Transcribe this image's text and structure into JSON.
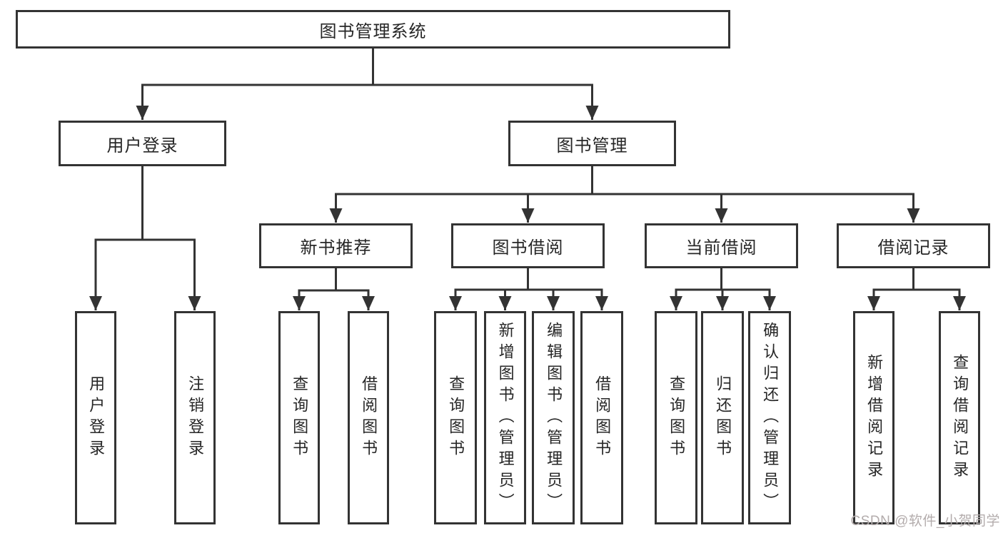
{
  "tree": {
    "label": "图书管理系统",
    "children": [
      {
        "label": "用户登录",
        "children": [
          {
            "label": "用户登录"
          },
          {
            "label": "注销登录"
          }
        ]
      },
      {
        "label": "图书管理",
        "children": [
          {
            "label": "新书推荐",
            "children": [
              {
                "label": "查询图书"
              },
              {
                "label": "借阅图书"
              }
            ]
          },
          {
            "label": "图书借阅",
            "children": [
              {
                "label": "查询图书"
              },
              {
                "label": "新增图书（管理员）"
              },
              {
                "label": "编辑图书（管理员）"
              },
              {
                "label": "借阅图书"
              }
            ]
          },
          {
            "label": "当前借阅",
            "children": [
              {
                "label": "查询图书"
              },
              {
                "label": "归还图书"
              },
              {
                "label": "确认归还（管理员）"
              }
            ]
          },
          {
            "label": "借阅记录",
            "children": [
              {
                "label": "新增借阅记录"
              },
              {
                "label": "查询借阅记录"
              }
            ]
          }
        ]
      }
    ]
  },
  "watermark": {
    "text": "CSDN @软件_小贺同学"
  },
  "colors": {
    "line": "#333333",
    "box_border": "#333333",
    "box_fill": "#ffffff",
    "text": "#262626",
    "watermark": "#b3acac",
    "background": "#ffffff"
  }
}
